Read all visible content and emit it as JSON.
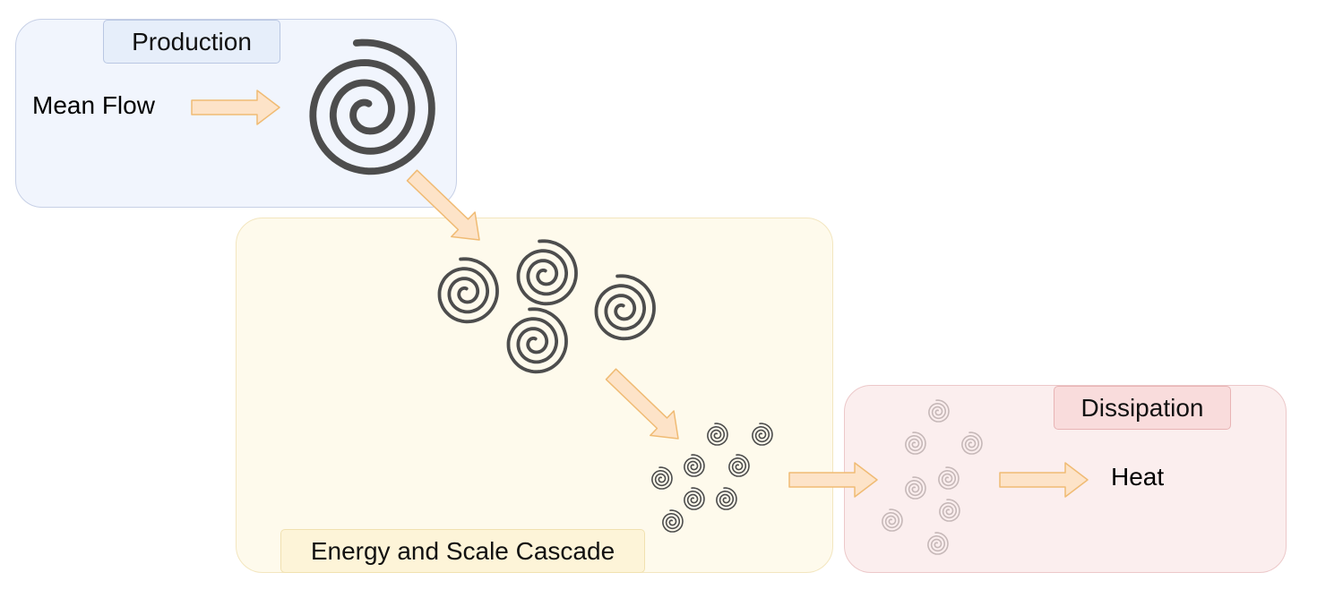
{
  "stages": {
    "production": {
      "label": "Production",
      "input": "Mean Flow"
    },
    "cascade": {
      "label": "Energy and Scale Cascade"
    },
    "dissipation": {
      "label": "Dissipation",
      "output": "Heat"
    }
  },
  "colors": {
    "production_bg": "#f1f5fd",
    "cascade_bg": "#fefaec",
    "dissipation_bg": "#fbeeee",
    "arrow_fill": "#fde3c8",
    "arrow_stroke": "#f0bb74",
    "eddy": "#4d4d4d",
    "eddy_faded": "#c6b8b8"
  },
  "icons": [
    "spiral-eddy-icon",
    "block-arrow-icon"
  ]
}
